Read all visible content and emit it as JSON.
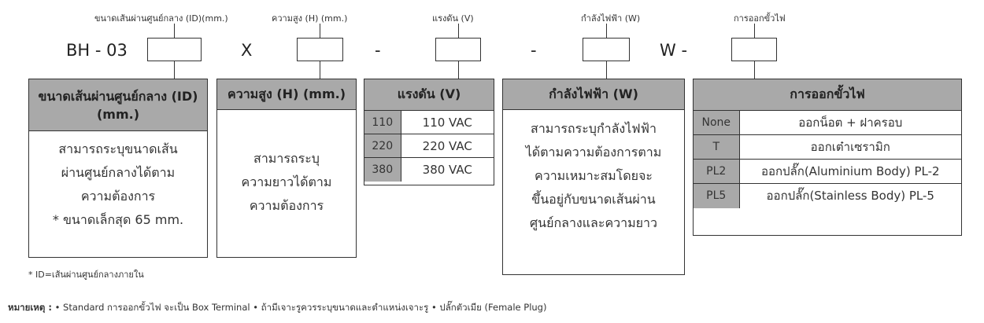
{
  "code_labels": {
    "id": "ขนาดเส้นผ่านศูนย์กลาง (ID)(mm.)",
    "height": "ความสูง (H) (mm.)",
    "voltage": "แรงดัน (V)",
    "power": "กำลังไฟฟ้า (W)",
    "terminal": "การออกขั้วไฟ"
  },
  "code_parts": {
    "prefix": "BH - 03",
    "sep_x": "X",
    "sep_dash1": "-",
    "sep_dash2": "-",
    "sep_w": "W -"
  },
  "panels": {
    "id": {
      "header": "ขนาดเส้นผ่านศูนย์กลาง (ID) (mm.)",
      "lines": [
        "สามารถระบุขนาดเส้น",
        "ผ่านศูนย์กลางได้ตาม",
        "ความต้องการ",
        "* ขนาดเล็กสุด 65 mm."
      ]
    },
    "height": {
      "header": "ความสูง (H) (mm.)",
      "lines": [
        "สามารถระบุ",
        "ความยาวได้ตาม",
        "ความต้องการ"
      ]
    },
    "voltage": {
      "header": "แรงดัน (V)",
      "rows": [
        {
          "code": "110",
          "value": "110 VAC"
        },
        {
          "code": "220",
          "value": "220 VAC"
        },
        {
          "code": "380",
          "value": "380 VAC"
        }
      ]
    },
    "power": {
      "header": "กำลังไฟฟ้า (W)",
      "lines": [
        "สามารถระบุกำลังไฟฟ้า",
        "ได้ตามความต้องการตาม",
        "ความเหมาะสมโดยจะ",
        "ขึ้นอยู่กับขนาดเส้นผ่าน",
        "ศูนย์กลางและความยาว"
      ]
    },
    "terminal": {
      "header": "การออกขั้วไฟ",
      "rows": [
        {
          "code": "None",
          "value": "ออกน็อต + ฝาครอบ"
        },
        {
          "code": "T",
          "value": "ออกเต๋าเซรามิก"
        },
        {
          "code": "PL2",
          "value": "ออกปลั๊ก(Aluminium Body) PL-2"
        },
        {
          "code": "PL5",
          "value": "ออกปลั๊ก(Stainless Body) PL-5"
        }
      ]
    }
  },
  "footnote": "* ID=เส้นผ่านศูนย์กลางภายใน",
  "remark": {
    "label": "หมายเหตุ :",
    "text": " • Standard การออกขั้วไฟ จะเป็น Box Terminal • ถ้ามีเจาะรูควรระบุขนาดและตำแหน่งเจาะรู • ปลั๊กตัวเมีย (Female Plug)"
  }
}
